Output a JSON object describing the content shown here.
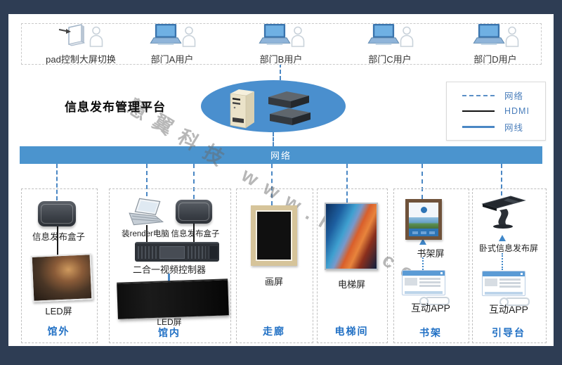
{
  "watermark": "慧翼科技 www.hui.com",
  "header": {
    "items": [
      {
        "label": "pad控制大屏切换"
      },
      {
        "label": "部门A用户"
      },
      {
        "label": "部门B用户"
      },
      {
        "label": "部门C用户"
      },
      {
        "label": "部门D用户"
      }
    ]
  },
  "platform": {
    "title": "信息发布管理平台"
  },
  "legend": {
    "network": "网络",
    "hdmi": "HDMI",
    "lan": "网线"
  },
  "network_bar": {
    "label": "网络"
  },
  "zones": [
    {
      "name": "馆外",
      "box_label": "信息发布盒子",
      "screen_label": "LED屏"
    },
    {
      "name": "馆内",
      "laptop_label": "装render电脑",
      "box_label": "信息发布盒子",
      "controller_label": "二合一视频控制器",
      "screen_label": "LED屏"
    },
    {
      "name": "走廊",
      "screen_label": "画屏"
    },
    {
      "name": "电梯间",
      "screen_label": "电梯屏"
    },
    {
      "name": "书架",
      "screen_label": "书架屏",
      "app_label": "互动APP"
    },
    {
      "name": "引导台",
      "screen_label": "卧式信息发布屏",
      "app_label": "互动APP"
    }
  ],
  "colors": {
    "frame": "#2e3d54",
    "network_bar": "#4b94ce",
    "ellipse": "#4a8fce",
    "zone_label": "#1f6fc4",
    "legend_text": "#4a7ebb",
    "line_blue": "#4a87c4"
  }
}
